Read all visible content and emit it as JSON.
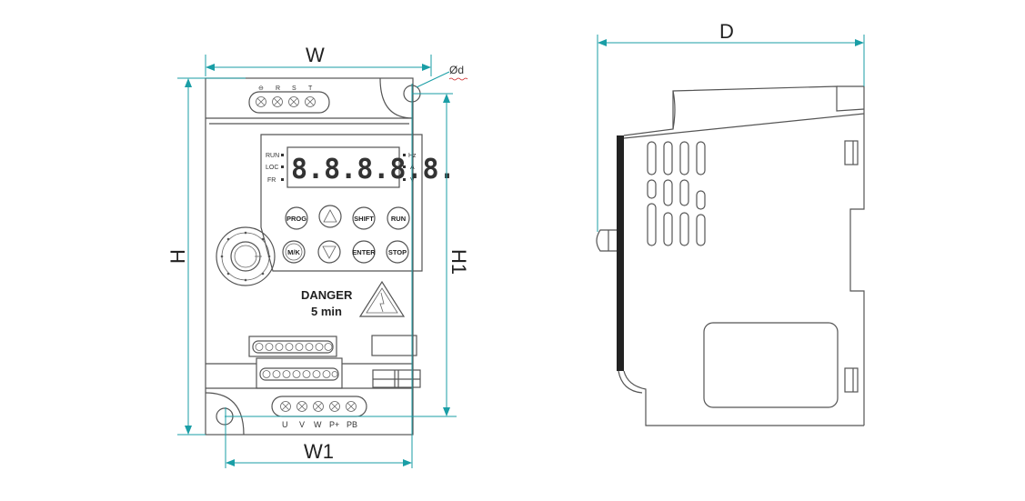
{
  "dimensions": {
    "width": "W",
    "width_mount": "W1",
    "height": "H",
    "height_mount": "H1",
    "depth": "D",
    "hole_diameter": "Ød"
  },
  "input_terminals": [
    "⊖",
    "R",
    "S",
    "T"
  ],
  "output_terminals": [
    "U",
    "V",
    "W",
    "P+",
    "PB"
  ],
  "display": {
    "readout": "8.8.8.8.8.",
    "left_indicators": [
      "RUN",
      "LOC",
      "FR"
    ],
    "right_indicators": [
      "Hz",
      "A",
      "V"
    ]
  },
  "keypad": {
    "prog": "PROG",
    "up": "△",
    "shift": "SHIFT",
    "run": "RUN",
    "mk": "M/K",
    "down": "▽",
    "enter": "ENTER",
    "stop": "STOP"
  },
  "warning": {
    "line1": "DANGER",
    "line2": "5 min"
  }
}
